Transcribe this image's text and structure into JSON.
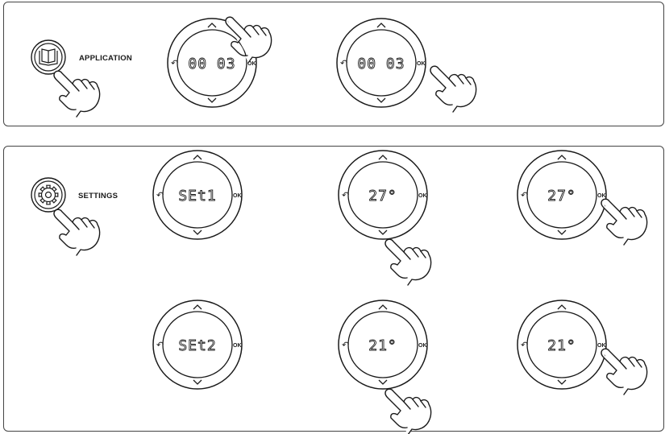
{
  "panels": {
    "application": {
      "label": "APPLICATION",
      "icon": "book-icon",
      "steps": [
        {
          "display": "00 03",
          "action": "press-up-arrow"
        },
        {
          "display": "00 03",
          "action": "press-ok"
        }
      ]
    },
    "settings": {
      "label": "SETTINGS",
      "icon": "gear-icon",
      "rows": [
        {
          "steps": [
            {
              "display": "SEt1",
              "action": "none"
            },
            {
              "display": "27°",
              "action": "press-down-arrow"
            },
            {
              "display": "27°",
              "action": "press-ok"
            }
          ]
        },
        {
          "steps": [
            {
              "display": "SEt2",
              "action": "none"
            },
            {
              "display": "21°",
              "action": "press-down-arrow"
            },
            {
              "display": "21°",
              "action": "press-ok"
            }
          ]
        }
      ]
    }
  },
  "dial": {
    "ok_label": "OK",
    "back_glyph": "↶",
    "up_glyph": "^",
    "down_glyph": "v"
  },
  "colors": {
    "line": "#1a1a1a",
    "panel_border": "#444444"
  }
}
